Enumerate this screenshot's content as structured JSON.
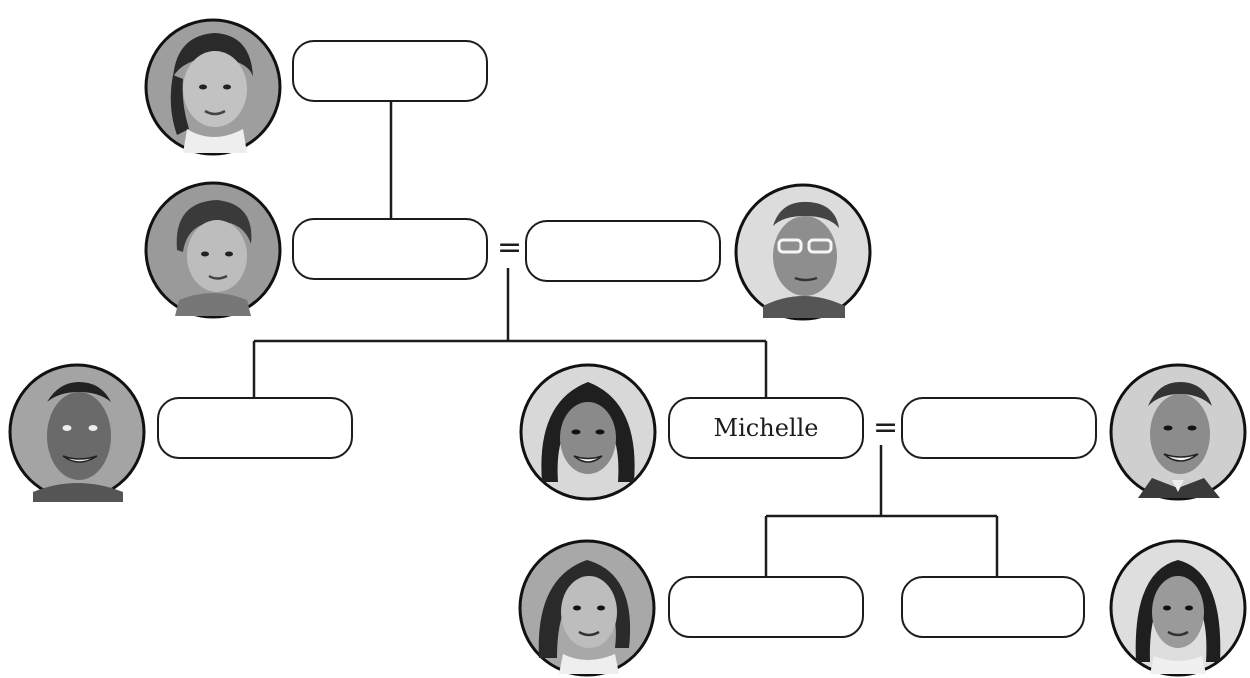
{
  "tree": {
    "people": [
      {
        "id": "grandmother",
        "name": ""
      },
      {
        "id": "mother",
        "name": ""
      },
      {
        "id": "father",
        "name": ""
      },
      {
        "id": "brother",
        "name": ""
      },
      {
        "id": "michelle",
        "name": "Michelle"
      },
      {
        "id": "husband",
        "name": ""
      },
      {
        "id": "daughter-1",
        "name": ""
      },
      {
        "id": "daughter-2",
        "name": ""
      }
    ],
    "marriage_symbol": "="
  },
  "colors": {
    "line": "#1c1c1c",
    "portrait_bg": "#9a9a9a",
    "skin": "#b8b8b8",
    "hair": "#2a2a2a"
  }
}
